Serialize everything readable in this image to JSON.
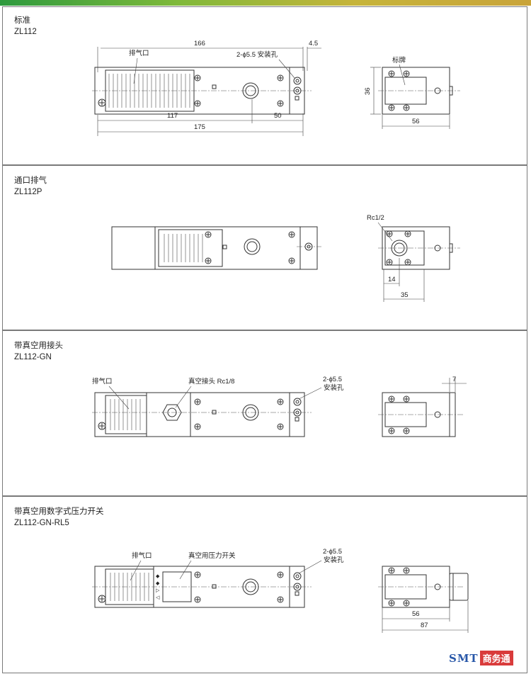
{
  "sections": [
    {
      "title": "标准",
      "model": "ZL112",
      "labels": {
        "exhaust": "排气口",
        "hole": "2-ϕ5.5 安装孔",
        "nameplate": "标牌"
      },
      "dims": {
        "d166": "166",
        "d4_5": "4.5",
        "d117": "117",
        "d50": "50",
        "d175": "175",
        "d36": "36",
        "d56": "56"
      }
    },
    {
      "title": "通口排气",
      "model": "ZL112P",
      "labels": {
        "port": "Rc1/2"
      },
      "dims": {
        "d14": "14",
        "d35": "35"
      }
    },
    {
      "title": "带真空用接头",
      "model": "ZL112-GN",
      "labels": {
        "exhaust": "排气口",
        "vacuum_joint": "真空接头 Rc1/8",
        "hole_line1": "2-ϕ5.5",
        "hole_line2": "安装孔"
      },
      "dims": {
        "d7": "7"
      }
    },
    {
      "title": "带真空用数字式压力开关",
      "model": "ZL112-GN-RL5",
      "labels": {
        "exhaust": "排气口",
        "pressure_switch": "真空用压力开关",
        "hole_line1": "2-ϕ5.5",
        "hole_line2": "安装孔"
      },
      "dims": {
        "d56": "56",
        "d87": "87"
      }
    }
  ],
  "watermark": {
    "brand": "SMT",
    "suffix": "商务通"
  },
  "colors": {
    "topbar_start": "#2e9a3e",
    "topbar_end": "#c9a43a",
    "line": "#333333",
    "watermark_blue": "#2857a8",
    "watermark_red": "#d93b3b"
  }
}
